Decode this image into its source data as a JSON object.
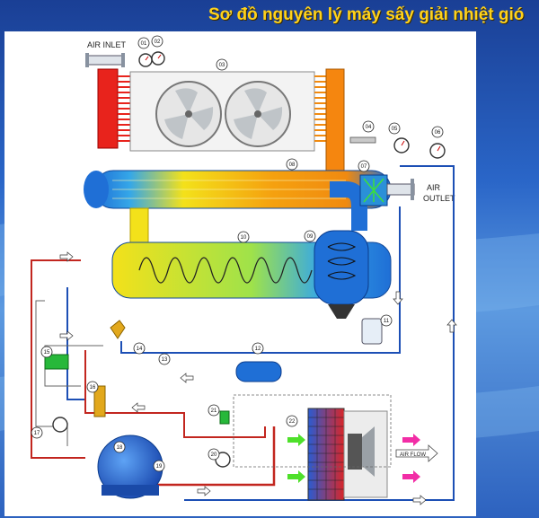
{
  "title": "Sơ đồ nguyên lý máy sấy giải nhiệt gió",
  "labels": {
    "air_inlet": "AIR INLET",
    "air": "AIR",
    "outlet": "OUTLET",
    "air_flow": "AIR FLOW"
  },
  "component_numbers": [
    "01",
    "02",
    "03",
    "04",
    "05",
    "06",
    "07",
    "08",
    "09",
    "10",
    "11",
    "12",
    "13",
    "14",
    "15",
    "16",
    "17",
    "18",
    "19",
    "20",
    "21",
    "22"
  ],
  "colors": {
    "hot": "#e8231c",
    "warm": "#f5a10f",
    "cool": "#f3e11a",
    "cold": "#1f6fd6",
    "pipe_red": "#c2261f",
    "pipe_blue": "#1c4fb5",
    "arrow_green": "#4ee02a",
    "arrow_pink": "#f22da6",
    "title": "#ffd21a"
  }
}
